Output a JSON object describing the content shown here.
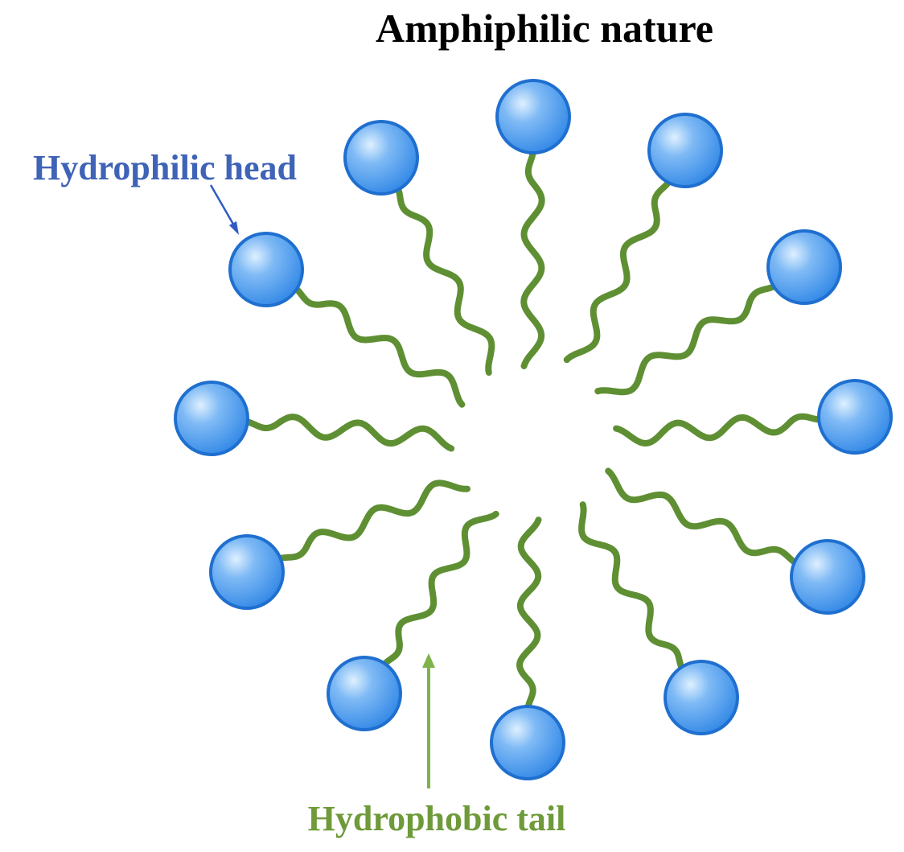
{
  "title": "Amphiphilic nature",
  "head_label": "Hydrophilic head",
  "tail_label": "Hydrophobic tail",
  "colors": {
    "title": "#000000",
    "head_label": "#3f63b6",
    "tail_label": "#6f9a3a",
    "head_fill": "#3a8ee8",
    "head_stroke": "#1f6fcf",
    "tail": "#5f8f33",
    "head_arrow": "#2f5bc4",
    "tail_arrow": "#7fb24a"
  },
  "icons": {
    "head": "sphere-icon",
    "tail": "wavy-chain-icon"
  }
}
